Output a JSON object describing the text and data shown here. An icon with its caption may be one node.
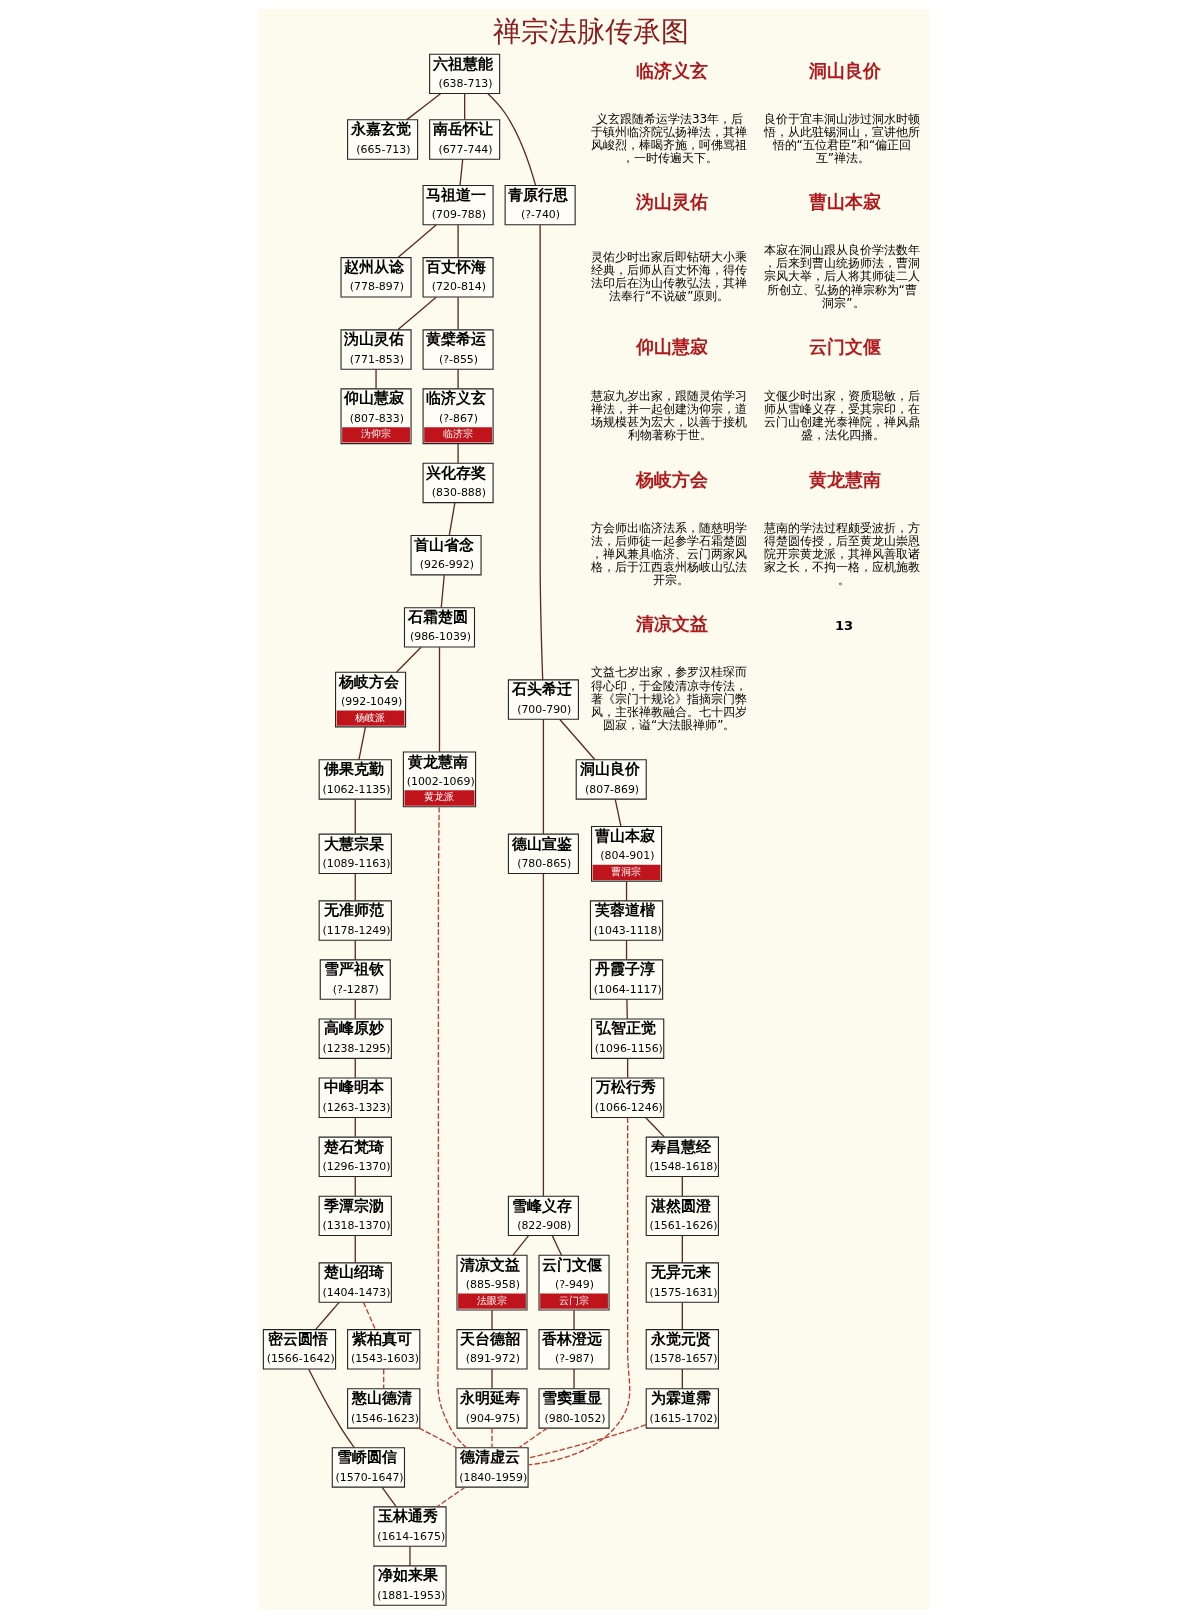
{
  "diagram": {
    "title": "禅宗法脉传承图",
    "nodes": [
      {
        "text": [
          "六祖慧能",
          "(638-713)"
        ]
      },
      {
        "text": [
          "南岳怀让",
          "(677-744)"
        ]
      },
      {
        "text": [
          "永嘉玄觉",
          "(665-713)"
        ]
      },
      {
        "text": [
          "青原行思",
          "(?-740)"
        ]
      },
      {
        "text": [
          "马祖道一",
          "(709-788)"
        ]
      },
      {
        "text": [
          "石头希迁",
          "(700-790)"
        ]
      },
      {
        "text": [
          "百丈怀海",
          "(720-814)"
        ]
      },
      {
        "text": [
          "赵州从谂",
          "(778-897)"
        ]
      },
      {
        "text": [
          "德山宣鉴",
          "(780-865)"
        ]
      },
      {
        "text": [
          "洞山良价",
          "(807-869)"
        ]
      },
      {
        "text": [
          "黄檗希运",
          "(?-855)"
        ]
      },
      {
        "text": [
          "沩山灵佑",
          "(771-853)"
        ]
      },
      {
        "text": [
          "雪峰义存",
          "(822-908)"
        ]
      },
      {
        "text": [
          "曹山本寂",
          "(804-901)",
          "曹洞宗"
        ]
      },
      {
        "text": [
          "临济义玄",
          "(?-867)",
          "临济宗"
        ]
      },
      {
        "text": [
          "仰山慧寂",
          "(807-833)",
          "沩仰宗"
        ]
      },
      {
        "text": [
          "清凉文益",
          "(885-958)",
          "法眼宗"
        ]
      },
      {
        "text": [
          "云门文偃",
          "(?-949)",
          "云门宗"
        ]
      },
      {
        "text": [
          "芙蓉道楷",
          "(1043-1118)"
        ]
      },
      {
        "text": [
          "兴化存奖",
          "(830-888)"
        ]
      },
      {
        "text": [
          "天台德韶",
          "(891-972)"
        ]
      },
      {
        "text": [
          "香林澄远",
          "(?-987)"
        ]
      },
      {
        "text": [
          "丹霞子淳",
          "(1064-1117)"
        ]
      },
      {
        "text": [
          "首山省念",
          "(926-992)"
        ]
      },
      {
        "text": [
          "永明延寿",
          "(904-975)"
        ]
      },
      {
        "text": [
          "雪窦重显",
          "(980-1052)"
        ]
      },
      {
        "text": [
          "石霜楚圆",
          "(986-1039)"
        ]
      },
      {
        "text": [
          "弘智正觉",
          "(1096-1156)"
        ]
      },
      {
        "text": [
          "杨岐方会",
          "(992-1049)",
          "杨岐派"
        ]
      },
      {
        "text": [
          "黄龙慧南",
          "(1002-1069)",
          "黄龙派"
        ]
      },
      {
        "text": [
          "万松行秀",
          "(1066-1246)"
        ]
      },
      {
        "text": [
          "佛果克勤",
          "(1062-1135)"
        ]
      },
      {
        "text": [
          "大慧宗杲",
          "(1089-1163)"
        ]
      },
      {
        "text": [
          "寿昌慧经",
          "(1548-1618)"
        ]
      },
      {
        "text": [
          "无准师范",
          "(1178-1249)"
        ]
      },
      {
        "text": [
          "雪严祖钦",
          "(?-1287)"
        ]
      },
      {
        "text": [
          "湛然圆澄",
          "(1561-1626)"
        ]
      },
      {
        "text": [
          "高峰原妙",
          "(1238-1295)"
        ]
      },
      {
        "text": [
          "无异元来",
          "(1575-1631)"
        ]
      },
      {
        "text": [
          "中峰明本",
          "(1263-1323)"
        ]
      },
      {
        "text": [
          "永觉元贤",
          "(1578-1657)"
        ]
      },
      {
        "text": [
          "楚石梵琦",
          "(1296-1370)"
        ]
      },
      {
        "text": [
          "为霖道霈",
          "(1615-1702)"
        ]
      },
      {
        "text": [
          "季潭宗泐",
          "(1318-1370)"
        ]
      },
      {
        "text": [
          "楚山绍琦",
          "(1404-1473)"
        ]
      },
      {
        "text": [
          "紫柏真可",
          "(1543-1603)"
        ]
      },
      {
        "text": [
          "憨山德清",
          "(1546-1623)"
        ]
      },
      {
        "text": [
          "密云圆悟",
          "(1566-1642)"
        ]
      },
      {
        "text": [
          "雪峤圆信",
          "(1570-1647)"
        ]
      },
      {
        "text": [
          "玉林通秀",
          "(1614-1675)"
        ]
      },
      {
        "text": [
          "德清虚云",
          "(1840-1959)"
        ]
      },
      {
        "text": [
          "净如来果",
          "(1881-1953)"
        ]
      }
    ],
    "edges": [
      {
        "from": 0,
        "to": 1,
        "arrow": "none"
      },
      {
        "from": 0,
        "to": 2,
        "arrow": "none"
      },
      {
        "from": 0,
        "to": 3,
        "arrow": "none"
      },
      {
        "from": 1,
        "to": 4,
        "arrow": "none"
      },
      {
        "from": 3,
        "to": 5,
        "arrow": "none"
      },
      {
        "from": 4,
        "to": 6,
        "arrow": "none"
      },
      {
        "from": 4,
        "to": 7,
        "arrow": "none"
      },
      {
        "from": 5,
        "to": 8,
        "arrow": "none"
      },
      {
        "from": 5,
        "to": 9,
        "arrow": "none"
      },
      {
        "from": 6,
        "to": 10,
        "arrow": "none"
      },
      {
        "from": 6,
        "to": 11,
        "arrow": "none"
      },
      {
        "from": 8,
        "to": 12,
        "arrow": "none"
      },
      {
        "from": 9,
        "to": 13,
        "arrow": "none"
      },
      {
        "from": 10,
        "to": 14,
        "arrow": "none"
      },
      {
        "from": 11,
        "to": 15,
        "arrow": "none"
      },
      {
        "from": 12,
        "to": 16,
        "arrow": "none"
      },
      {
        "from": 12,
        "to": 17,
        "arrow": "none"
      },
      {
        "from": 13,
        "to": 18,
        "arrow": "none"
      },
      {
        "from": 14,
        "to": 19,
        "arrow": "none"
      },
      {
        "from": 16,
        "to": 20,
        "arrow": "none"
      },
      {
        "from": 17,
        "to": 21,
        "arrow": "none"
      },
      {
        "from": 18,
        "to": 22,
        "arrow": "none"
      },
      {
        "from": 19,
        "to": 23,
        "arrow": "none"
      },
      {
        "from": 20,
        "to": 24,
        "arrow": "none"
      },
      {
        "from": 21,
        "to": 25,
        "arrow": "none"
      },
      {
        "from": 22,
        "to": 27,
        "arrow": "none"
      },
      {
        "from": 23,
        "to": 26,
        "arrow": "none"
      },
      {
        "from": 26,
        "to": 28,
        "arrow": "none"
      },
      {
        "from": 26,
        "to": 29,
        "arrow": "none"
      },
      {
        "from": 27,
        "to": 30,
        "arrow": "none"
      },
      {
        "from": 28,
        "to": 31,
        "arrow": "none"
      },
      {
        "from": 31,
        "to": 32,
        "arrow": "none"
      },
      {
        "from": 32,
        "to": 34,
        "arrow": "none"
      },
      {
        "from": 34,
        "to": 35,
        "arrow": "none"
      },
      {
        "from": 35,
        "to": 37,
        "arrow": "none"
      },
      {
        "from": 37,
        "to": 39,
        "arrow": "none"
      },
      {
        "from": 39,
        "to": 41,
        "arrow": "none"
      },
      {
        "from": 41,
        "to": 43,
        "arrow": "none"
      },
      {
        "from": 43,
        "to": 44,
        "arrow": "none"
      },
      {
        "from": 44,
        "to": 47,
        "arrow": "none"
      },
      {
        "from": 47,
        "to": 48,
        "arrow": "none"
      },
      {
        "from": 48,
        "to": 49,
        "arrow": "none"
      },
      {
        "from": 49,
        "to": 51,
        "arrow": "none"
      },
      {
        "from": 30,
        "to": 33,
        "arrow": "none"
      },
      {
        "from": 33,
        "to": 36,
        "arrow": "none"
      },
      {
        "from": 36,
        "to": 38,
        "arrow": "none"
      },
      {
        "from": 38,
        "to": 40,
        "arrow": "none"
      },
      {
        "from": 40,
        "to": 42,
        "arrow": "none"
      },
      {
        "from": 44,
        "to": 45,
        "arrow": "none",
        "style": "dashed",
        "color": "#c0392b"
      },
      {
        "from": 45,
        "to": 46,
        "arrow": "none",
        "style": "dashed",
        "color": "#c0392b"
      },
      {
        "from": 29,
        "to": 50,
        "arrow": "none",
        "style": "dashed",
        "color": "#c0392b"
      },
      {
        "from": 24,
        "to": 50,
        "arrow": "none",
        "style": "dashed",
        "color": "#c0392b"
      },
      {
        "from": 25,
        "to": 50,
        "arrow": "none",
        "style": "dashed",
        "color": "#c0392b"
      },
      {
        "from": 30,
        "to": 50,
        "arrow": "none",
        "style": "dashed",
        "color": "#c0392b"
      },
      {
        "from": 42,
        "to": 50,
        "arrow": "none",
        "style": "dashed",
        "color": "#c0392b"
      },
      {
        "from": 46,
        "to": 50,
        "arrow": "none",
        "style": "dashed",
        "color": "#c0392b"
      },
      {
        "from": 50,
        "to": 49,
        "arrow": "none",
        "style": "dashed",
        "color": "#c0392b"
      }
    ],
    "labels": [
      "临济义玄",
      "义玄跟随希运学法33年，后于镇州临济院弘扬禅法，其禅风峻烈，棒喝齐施，呵佛骂祖，一时传遍天下。",
      "洞山良价",
      "良价于宜丰洞山涉过洞水时顿悟，从此驻锡洞山，宣讲他所悟的“五位君臣”和“偏正回互”禅法。",
      "沩山灵佑",
      "灵佑少时出家后即钻研大小乘经典，后师从百丈怀海，得传法印后在沩山传教弘法，其禅法奉行“不说破”原则。",
      "曹山本寂",
      "本寂在洞山跟从良价学法数年，后来到曹山统扬师法，曹洞宗风大举，后人将其师徒二人所创立、弘扬的禅宗称为“曹洞宗”。",
      "仰山慧寂",
      "慧寂九岁出家，跟随灵佑学习禅法，并一起创建沩仰宗，道场规模甚为宏大，以善于接机利物著称于世。",
      "云门文偃",
      "文偃少时出家，资质聪敏，后师从雪峰义存，受其宗印，在云门山创建光泰禅院，禅风鼎盛，法化四播。",
      "杨岐方会",
      "方会师出临济法系，随慈明学法，后师徒一起参学石霜楚圆，禅风兼具临济、云门两家风格，后于江西袁州杨岐山弘法开宗。",
      "黄龙慧南",
      "慧南的学法过程颇受波折，方得楚圆传授，后至黄龙山崇恩院开宗黄龙派，其禅风善取诸家之长，不拘一格，应机施教。",
      "清凉文益",
      "文益七岁出家，参罗汉桂琛而得心印，于金陵清凉寺传法，著《宗门十规论》指摘宗门弊风，主张禅教融合。七十四岁圆寂，谥“大法眼禅师”。",
      "13"
    ]
  }
}
